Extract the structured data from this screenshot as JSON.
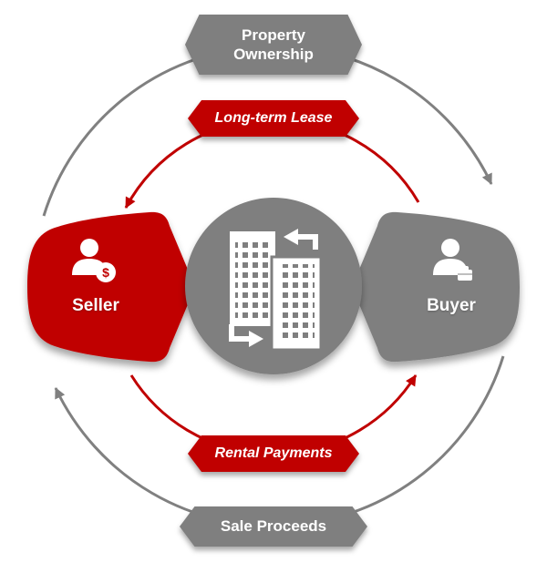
{
  "colors": {
    "red": "#C00000",
    "gray": "#7F7F7F",
    "arc_gray": "#808080",
    "white": "#FFFFFF"
  },
  "nodes": {
    "seller": {
      "label": "Seller"
    },
    "buyer": {
      "label": "Buyer"
    }
  },
  "flows": {
    "property_ownership": {
      "label": "Property Ownership",
      "from": "seller",
      "to": "buyer",
      "color": "#7F7F7F"
    },
    "long_term_lease": {
      "label": "Long-term Lease",
      "from": "buyer",
      "to": "seller",
      "color": "#C00000"
    },
    "rental_payments": {
      "label": "Rental Payments",
      "from": "seller",
      "to": "buyer",
      "color": "#C00000"
    },
    "sale_proceeds": {
      "label": "Sale Proceeds",
      "from": "buyer",
      "to": "seller",
      "color": "#7F7F7F"
    }
  },
  "icons": {
    "seller_icon": "person-with-dollar-coin",
    "buyer_icon": "person-with-briefcase",
    "center_icon": "buildings-exchange-arrows",
    "dollar_symbol": "$"
  }
}
